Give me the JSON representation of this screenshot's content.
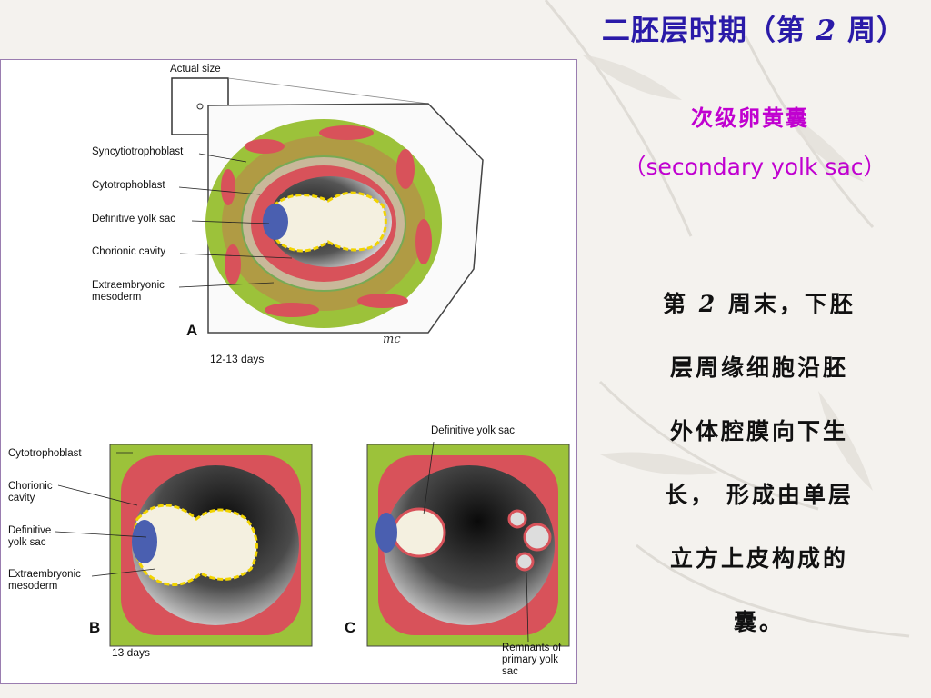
{
  "slide": {
    "title_pre": "二胚层时期（第",
    "title_num": "2",
    "title_post": "周）",
    "subtitle_cn": "次级卵黄囊",
    "subtitle_en": "（secondary yolk sac）",
    "body_num": "2",
    "body_pre": "第",
    "body_lines": [
      "周末，下胚",
      "层周缘细胞沿胚",
      "外体腔膜向下生",
      "长，  形成由单层",
      "立方上皮构成的",
      "囊。"
    ],
    "colors": {
      "title": "#2a1aa8",
      "subtitle": "#c000d0",
      "trophoblast_green": "#9cc23a",
      "mesoderm_red": "#d8525a",
      "yolk_yellow": "#f2d400"
    }
  },
  "figure": {
    "actual_size_label": "Actual size",
    "panel_a": {
      "letter": "A",
      "days": "12-13 days",
      "labels": {
        "syncytio": "Syncytiotrophoblast",
        "cyto": "Cytotrophoblast",
        "yolk": "Definitive yolk sac",
        "chorionic": "Chorionic cavity",
        "meso1": "Extraembryonic",
        "meso2": "mesoderm"
      },
      "signature": "mc"
    },
    "panel_b": {
      "letter": "B",
      "days": "13 days",
      "labels": {
        "cyto": "Cytotrophoblast",
        "chor1": "Chorionic",
        "chor2": "cavity",
        "yolk1": "Definitive",
        "yolk2": "yolk sac",
        "meso1": "Extraembryonic",
        "meso2": "mesoderm"
      }
    },
    "panel_c": {
      "letter": "C",
      "labels": {
        "yolk": "Definitive yolk sac",
        "rem1": "Remnants of",
        "rem2": "primary yolk",
        "rem3": "sac"
      }
    }
  }
}
